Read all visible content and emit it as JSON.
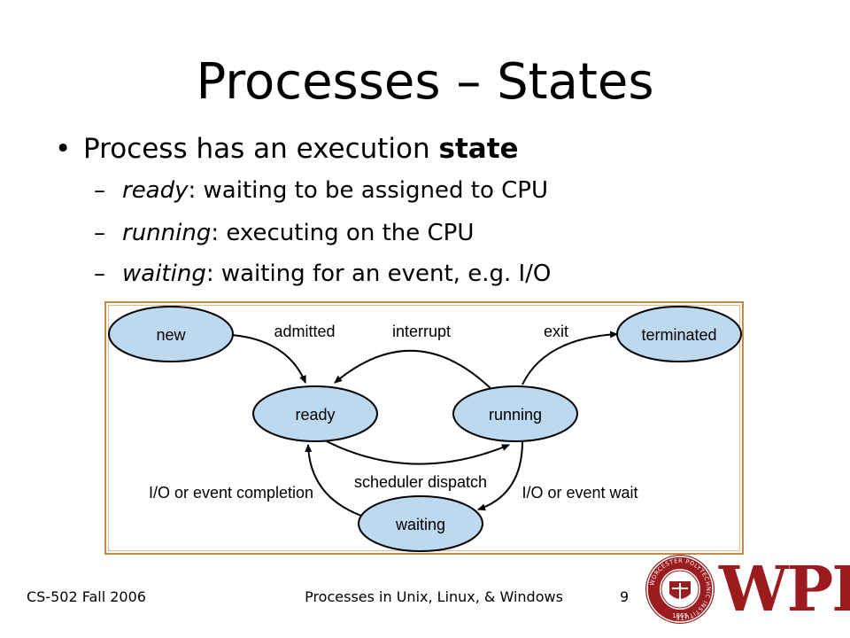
{
  "slide": {
    "title": "Processes – States",
    "bullet": {
      "symbol": "•",
      "text_prefix": "Process has an execution ",
      "text_bold": "state"
    },
    "subitems": [
      {
        "dash": "–",
        "term": "ready",
        "rest": ": waiting to be assigned to CPU"
      },
      {
        "dash": "–",
        "term": "running",
        "rest": ": executing on the CPU"
      },
      {
        "dash": "–",
        "term": "waiting",
        "rest": ": waiting for an event, e.g. I/O"
      }
    ]
  },
  "diagram": {
    "nodes": {
      "new": "new",
      "ready": "ready",
      "running": "running",
      "waiting": "waiting",
      "terminated": "terminated"
    },
    "edges": {
      "admitted": "admitted",
      "interrupt": "interrupt",
      "exit": "exit",
      "scheduler_dispatch": "scheduler dispatch",
      "io_completion": "I/O or event completion",
      "io_wait": "I/O or event wait"
    },
    "colors": {
      "node_fill": "#bcd9ef",
      "node_stroke": "#000000",
      "frame": "#c58a48"
    }
  },
  "footer": {
    "left": "CS-502 Fall 2006",
    "center": "Processes in Unix, Linux, & Windows",
    "page": "9",
    "logo_text": "WPI",
    "seal_year": "1865",
    "seal_text": "WORCESTER POLYTECHNIC INSTITUTE",
    "brand_color": "#9b1b1e"
  }
}
